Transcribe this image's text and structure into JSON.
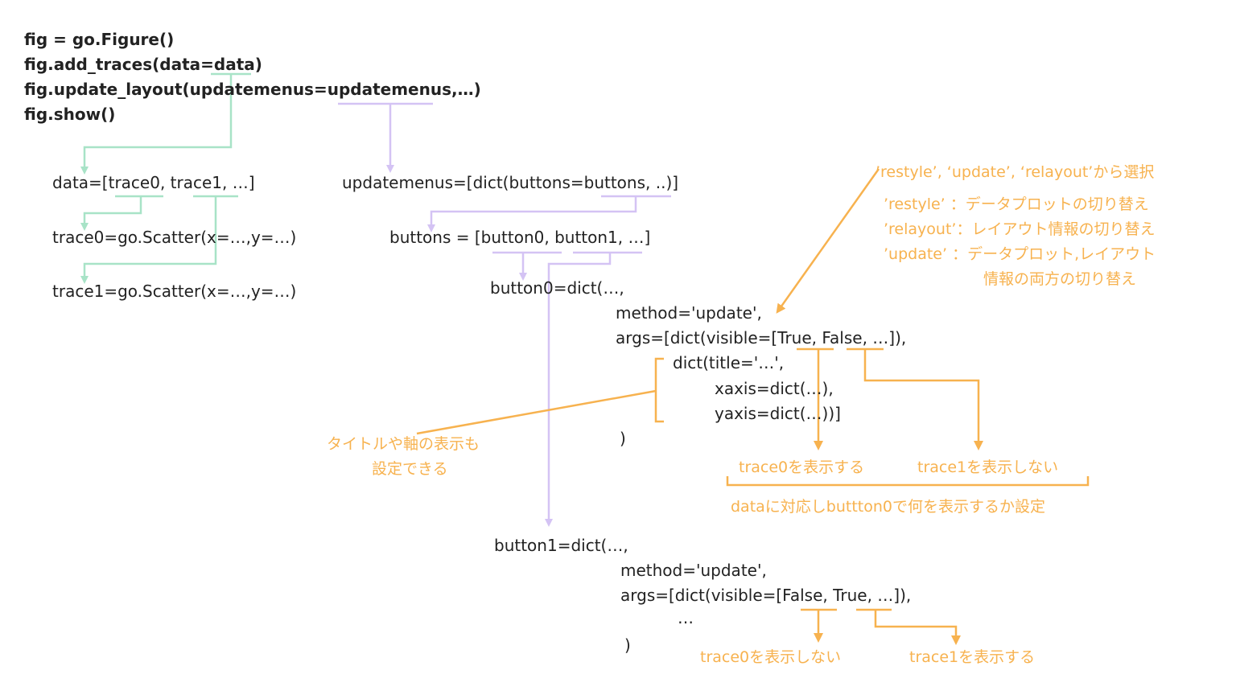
{
  "main_code": {
    "line1": "fig = go.Figure()",
    "line2": "fig.add_traces(data=data)",
    "line3": "fig.update_layout(updatemenus=updatemenus,…)",
    "line4": "fig.show()"
  },
  "data_block": {
    "data_line": "data=[trace0, trace1, …]",
    "trace0_line": "trace0=go.Scatter(x=…,y=…)",
    "trace1_line": "trace1=go.Scatter(x=…,y=…)"
  },
  "menu_block": {
    "updatemenus_line": "updatemenus=[dict(buttons=buttons, ..)]",
    "buttons_line": "buttons = [button0, button1, …]"
  },
  "button0": {
    "l1": "button0=dict(…,",
    "l2": "method='update',",
    "l3": "args=[dict(visible=[True, False, …]),",
    "l4": "dict(title='…',",
    "l5": "xaxis=dict(…),",
    "l6": "yaxis=dict(…))]",
    "l7": ")"
  },
  "button1": {
    "l1": "button1=dict(…,",
    "l2": "method='update',",
    "l3": "args=[dict(visible=[False, True, …]),",
    "l4": "…",
    "l5": ")"
  },
  "notes": {
    "method_title": "’restyle’, ‘update’, ‘relayout’から選択",
    "restyle": "’restyle’ ：データプロットの切り替え",
    "relayout": "’relayout’：レイアウト情報の切り替え",
    "update_1": "’update’ ：データプロット,レイアウト",
    "update_2": "情報の両方の切り替え",
    "title_axis_1": "タイトルや軸の表示も",
    "title_axis_2": "設定できる",
    "b0_trace0": "trace0を表示する",
    "b0_trace1": "trace1を表示しない",
    "b0_summary": "dataに対応しbuttton0で何を表示するか設定",
    "b1_trace0": "trace0を表示しない",
    "b1_trace1": "trace1を表示する"
  },
  "colors": {
    "green": "#a8e3c7",
    "purple": "#d4c3f4",
    "orange": "#f7b24f",
    "text": "#222222"
  }
}
